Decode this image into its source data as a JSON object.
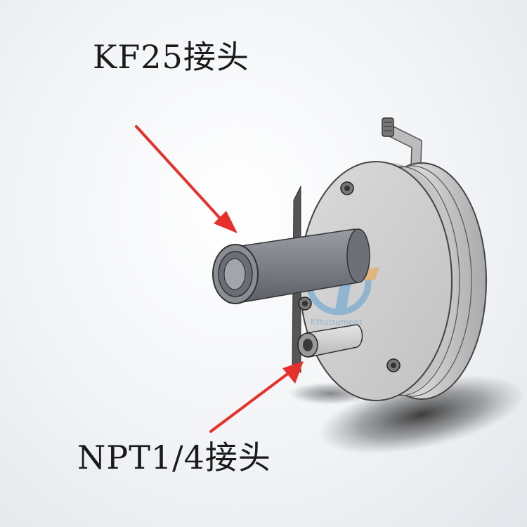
{
  "labels": {
    "kf25": "KF25接头",
    "npt": "NPT1/4接头"
  },
  "watermark": {
    "text": "Kfhstrument"
  },
  "colors": {
    "arrow": "#e8302b",
    "body": "#cfcfcf",
    "tube": "#7f8189",
    "shadow": "#3a3a3a",
    "watermark": "#5aa0d0"
  },
  "icons": {
    "logo": "watermark-logo-icon"
  }
}
